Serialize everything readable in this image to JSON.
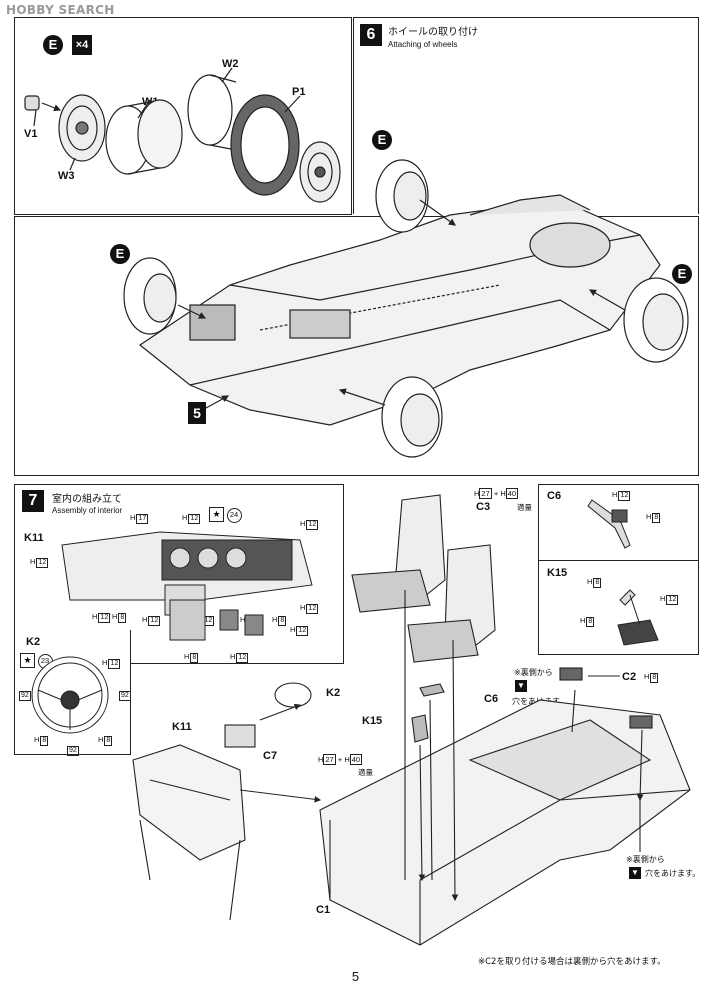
{
  "watermark": "HOBBY SEARCH",
  "step_e_wheel": {
    "e_label": "E",
    "multiplier": "×4",
    "parts": [
      "V1",
      "W1",
      "W2",
      "P1",
      "W3"
    ]
  },
  "step6": {
    "number": "6",
    "title_ja": "ホイールの取り付け",
    "title_en": "Attaching of wheels",
    "e_label": "E"
  },
  "step5_ref": "5",
  "step7": {
    "number": "7",
    "title_ja": "室内の組み立て",
    "title_en": "Assembly of interior",
    "labels": {
      "k11": "K11",
      "k2": "K2",
      "c3": "C3",
      "c6": "C6",
      "k15": "K15",
      "c2": "C2",
      "c1": "C1",
      "c7": "C7"
    },
    "paint": {
      "h12": "12",
      "h17": "17",
      "h8": "8",
      "h27": "27",
      "h40": "40",
      "star24": "24",
      "star23": "23",
      "n92": "92",
      "h_prefix": "H",
      "plus": "+",
      "mix": "適量"
    },
    "notes": {
      "from_back": "※裏側から",
      "drill": "穴をあけます。",
      "c2_note": "※C2を取り付ける場合は裏側から穴をあけます。"
    }
  },
  "page_number": "5"
}
